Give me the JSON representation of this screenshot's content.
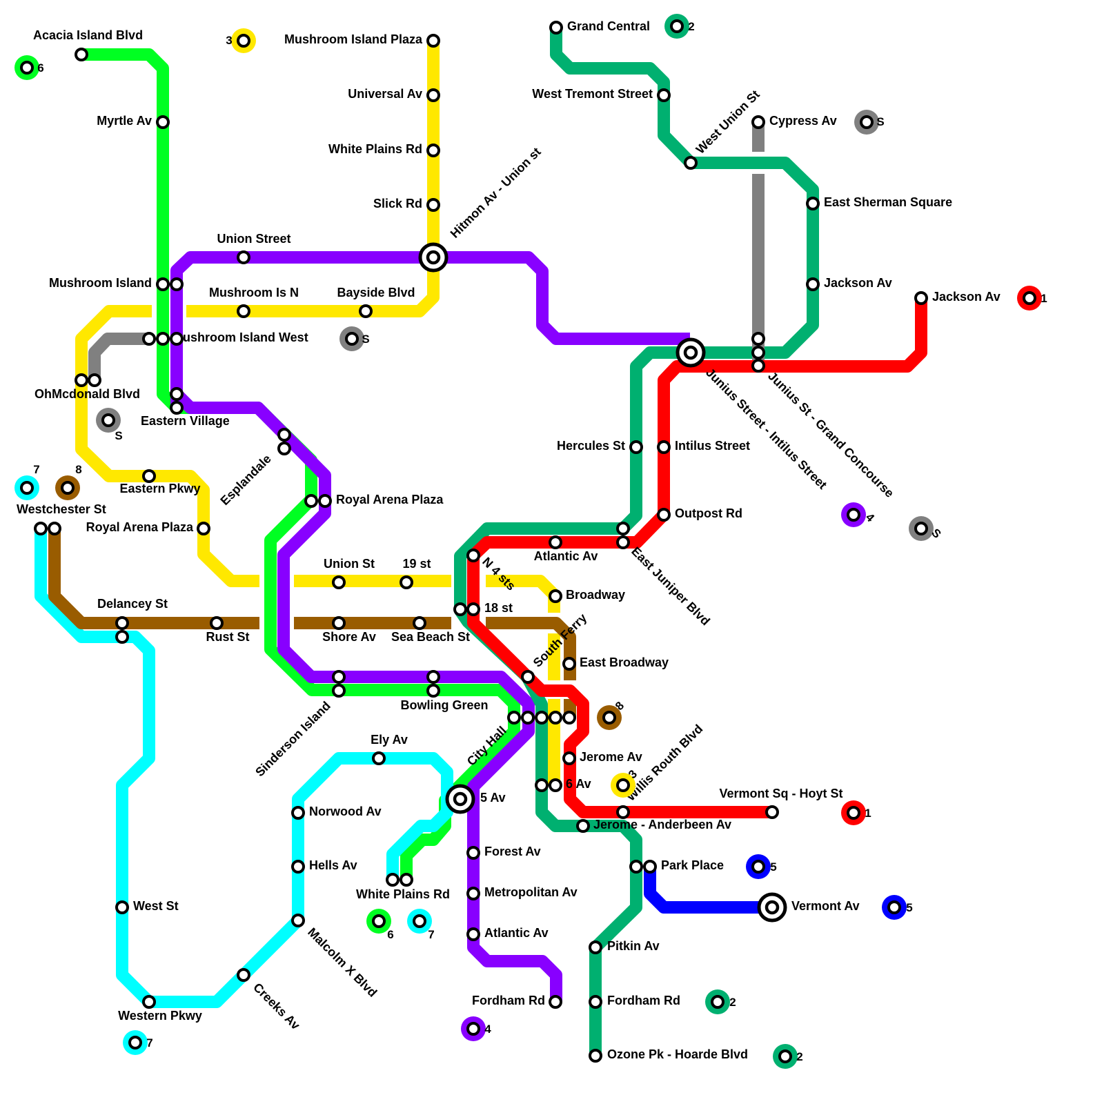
{
  "colors": {
    "green": "#00ff22",
    "yellow": "#ffe800",
    "purple": "#8800ff",
    "teal": "#00b070",
    "gray": "#808080",
    "cyan": "#00ffff",
    "brown": "#995c00",
    "red": "#ff0000",
    "blue": "#0000ff"
  },
  "lines": [
    {
      "id": "green",
      "route": "6"
    },
    {
      "id": "yellow",
      "route": "3"
    },
    {
      "id": "purple",
      "route": "4"
    },
    {
      "id": "teal",
      "route": "2"
    },
    {
      "id": "gray",
      "route": "S"
    },
    {
      "id": "cyan",
      "route": "7"
    },
    {
      "id": "brown",
      "route": "8"
    },
    {
      "id": "red",
      "route": "1"
    },
    {
      "id": "blue",
      "route": "5"
    }
  ],
  "stations": [
    {
      "name": "Acacia Island Blvd"
    },
    {
      "name": "Myrtle Av"
    },
    {
      "name": "Mushroom Island"
    },
    {
      "name": "Mushroom Island West"
    },
    {
      "name": "OhMcdonald Blvd"
    },
    {
      "name": "Eastern Village"
    },
    {
      "name": "Esplandale"
    },
    {
      "name": "Royal Arena Plaza"
    },
    {
      "name": "Union Street"
    },
    {
      "name": "Mushroom Is N"
    },
    {
      "name": "Bayside Blvd"
    },
    {
      "name": "Mushroom Island Plaza"
    },
    {
      "name": "Universal Av"
    },
    {
      "name": "White Plains Rd"
    },
    {
      "name": "Slick Rd"
    },
    {
      "name": "Hitmon Av - Union st"
    },
    {
      "name": "Eastern Pkwy"
    },
    {
      "name": "Royal Arena Plaza"
    },
    {
      "name": "Westchester St"
    },
    {
      "name": "Delancey St"
    },
    {
      "name": "Rust St"
    },
    {
      "name": "Union St"
    },
    {
      "name": "19 st"
    },
    {
      "name": "Shore Av"
    },
    {
      "name": "Sea Beach St"
    },
    {
      "name": "Sinderson Island"
    },
    {
      "name": "Bowling Green"
    },
    {
      "name": "Ely Av"
    },
    {
      "name": "Norwood Av"
    },
    {
      "name": "Hells Av"
    },
    {
      "name": "West St"
    },
    {
      "name": "Western Pkwy"
    },
    {
      "name": "Creeks Av"
    },
    {
      "name": "Malcolm X Blvd"
    },
    {
      "name": "White Plains Rd"
    },
    {
      "name": "City Hall"
    },
    {
      "name": "5 Av"
    },
    {
      "name": "Forest Av"
    },
    {
      "name": "Metropolitan Av"
    },
    {
      "name": "Atlantic Av"
    },
    {
      "name": "Fordham Rd"
    },
    {
      "name": "N 4 sts"
    },
    {
      "name": "18 st"
    },
    {
      "name": "Atlantic Av"
    },
    {
      "name": "Broadway"
    },
    {
      "name": "South Ferry"
    },
    {
      "name": "East Broadway"
    },
    {
      "name": "Jerome Av"
    },
    {
      "name": "6 Av"
    },
    {
      "name": "Jerome - Anderbeen Av"
    },
    {
      "name": "Willis Routh Blvd"
    },
    {
      "name": "Vermont Sq - Hoyt St"
    },
    {
      "name": "Park Place"
    },
    {
      "name": "Vermont Av"
    },
    {
      "name": "Pitkin Av"
    },
    {
      "name": "Fordham Rd"
    },
    {
      "name": "Ozone Pk - Hoarde Blvd"
    },
    {
      "name": "Grand Central"
    },
    {
      "name": "West Tremont Street"
    },
    {
      "name": "West Union St"
    },
    {
      "name": "Cypress Av"
    },
    {
      "name": "East Sherman Square"
    },
    {
      "name": "Jackson Av"
    },
    {
      "name": "Jackson Av"
    },
    {
      "name": "Hercules St"
    },
    {
      "name": "Intilus Street"
    },
    {
      "name": "Outpost Rd"
    },
    {
      "name": "East Juniper Blvd"
    },
    {
      "name": "Junius Street - Intilus Street"
    },
    {
      "name": "Junius St - Grand Concourse"
    }
  ],
  "badges": [
    {
      "route": "6"
    },
    {
      "route": "3"
    },
    {
      "route": "2"
    },
    {
      "route": "S"
    },
    {
      "route": "1"
    },
    {
      "route": "S"
    },
    {
      "route": "S"
    },
    {
      "route": "7"
    },
    {
      "route": "8"
    },
    {
      "route": "4"
    },
    {
      "route": "S"
    },
    {
      "route": "8"
    },
    {
      "route": "3"
    },
    {
      "route": "1"
    },
    {
      "route": "5"
    },
    {
      "route": "5"
    },
    {
      "route": "6"
    },
    {
      "route": "7"
    },
    {
      "route": "2"
    },
    {
      "route": "7"
    },
    {
      "route": "4"
    },
    {
      "route": "2"
    }
  ]
}
